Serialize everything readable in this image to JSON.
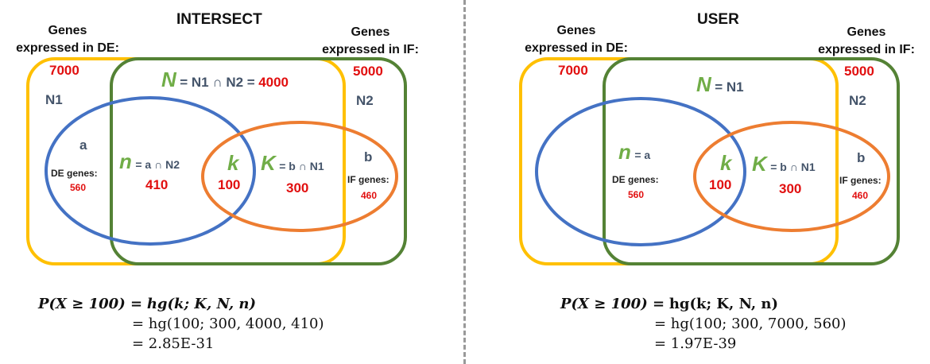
{
  "left": {
    "title": "INTERSECT",
    "genes_de_header_1": "Genes",
    "genes_de_header_2": "expressed in DE:",
    "genes_if_header_1": "Genes",
    "genes_if_header_2": "expressed in IF:",
    "de_total": "7000",
    "if_total": "5000",
    "n1_label": "N1",
    "n2_label": "N2",
    "N_symbol": "N",
    "N_expr": "= N1 ∩ N2 =",
    "N_value": "4000",
    "a_label": "a",
    "de_genes_label": "DE genes:",
    "de_genes_value": "560",
    "n_symbol": "n",
    "n_expr": "= a ∩ N2",
    "n_value": "410",
    "k_symbol": "k",
    "k_value": "100",
    "K_symbol": "K",
    "K_expr": "= b ∩ N1",
    "K_value": "300",
    "b_label": "b",
    "if_genes_label": "IF genes:",
    "if_genes_value": "460",
    "formula_line1_lhs": "P(X ≥ 100) =",
    "formula_line1_rhs": "hg(k; K, N, n)",
    "formula_line2": "= hg(100; 300, 4000, 410)",
    "formula_line3": "= 2.85E-31"
  },
  "right": {
    "title": "USER",
    "genes_de_header_1": "Genes",
    "genes_de_header_2": "expressed in DE:",
    "genes_if_header_1": "Genes",
    "genes_if_header_2": "expressed in IF:",
    "de_total": "7000",
    "if_total": "5000",
    "n1_label": "",
    "n2_label": "N2",
    "N_symbol": "N",
    "N_expr": "= N1",
    "N_value": "",
    "a_label": "",
    "de_genes_label": "DE genes:",
    "de_genes_value": "560",
    "n_symbol": "n",
    "n_expr": "= a",
    "n_value": "",
    "k_symbol": "k",
    "k_value": "100",
    "K_symbol": "K",
    "K_expr": "= b ∩ N1",
    "K_value": "300",
    "b_label": "b",
    "if_genes_label": "IF genes:",
    "if_genes_value": "460",
    "formula_line1_lhs": "P(X ≥ 100) =",
    "formula_line1_rhs": "hg(k; K, N, n)",
    "formula_line2": "= hg(100; 300, 7000, 560)",
    "formula_line3": "= 1.97E-39"
  },
  "colors": {
    "de_box": "#ffc000",
    "if_box": "#548235",
    "a_ellipse": "#4472c4",
    "b_ellipse": "#ed7d31",
    "value_red": "#e10f0f",
    "symbol_green": "#70ad47",
    "label_slate": "#44546a",
    "divider": "#999999"
  }
}
